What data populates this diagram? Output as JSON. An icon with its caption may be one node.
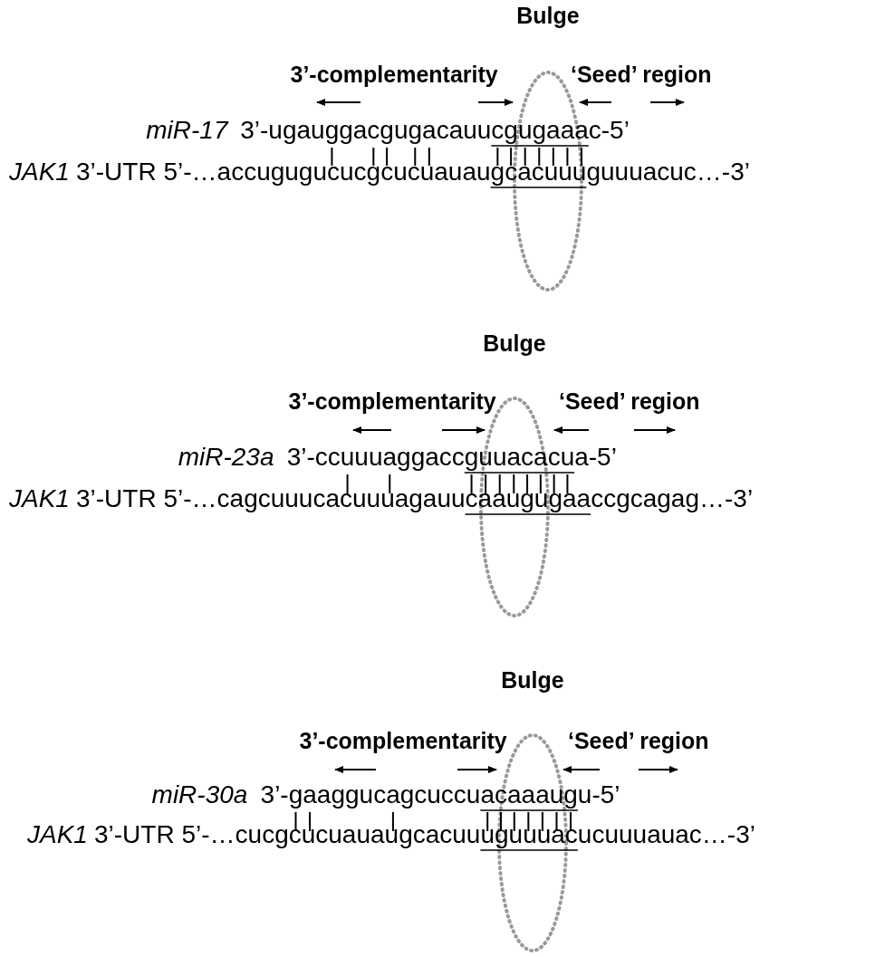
{
  "diagram": {
    "nodes": [
      {
        "text": [
          "Bulge"
        ]
      },
      {
        "text": [
          "Bulge"
        ]
      },
      {
        "text": [
          "Bulge"
        ]
      }
    ],
    "labels": [
      "3’-complementarity",
      "‘Seed’ region",
      "miR-17",
      "3’-ugauggacgugacauucgugaaac-5’",
      "JAK1",
      "3’-UTR 5’-…accugugucucgcucuauaugcacuuuguuuacuc…-3’",
      "3’-complementarity",
      "‘Seed’ region",
      "miR-23a",
      "3’-ccuuuaggaccguuacacua-5’",
      "JAK1",
      "3’-UTR 5’-…cagcuuucacuuuagauucaaugugaaccgcagag…-3’",
      "3’-complementarity",
      "‘Seed’ region",
      "miR-30a",
      "3’-gaaggucagcuccuacaaaugu-5’",
      "JAK1",
      "3’-UTR 5’-…cucgcucuauaugcacuuuguuuacucuuuauac…-3’"
    ]
  }
}
